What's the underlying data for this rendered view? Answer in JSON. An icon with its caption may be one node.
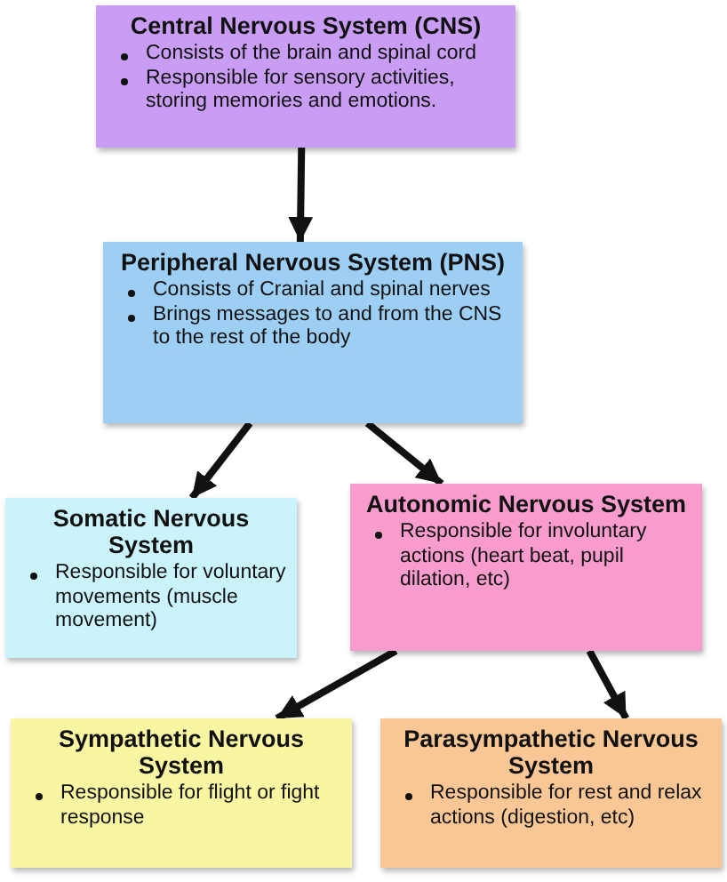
{
  "diagram": {
    "nodes": [
      {
        "text": [
          "Central Nervous System (CNS)",
          "Consists of the brain and spinal cord",
          "Responsible for sensory activities, storing memories and emotions."
        ]
      },
      {
        "text": [
          "Peripheral Nervous System (PNS)",
          "Consists of Cranial and spinal nerves",
          "Brings messages to and from the CNS to the rest of the body"
        ]
      },
      {
        "text": [
          "Somatic Nervous System",
          "Responsible for voluntary movements (muscle movement)"
        ]
      },
      {
        "text": [
          "Autonomic Nervous System",
          "Responsible for involuntary actions (heart beat, pupil dilation, etc)"
        ]
      },
      {
        "text": [
          "Sympathetic Nervous System",
          "Responsible for flight or fight response"
        ]
      },
      {
        "text": [
          "Parasympathetic Nervous System",
          "Responsible for rest and relax actions (digestion, etc)"
        ]
      }
    ],
    "edges": [
      {
        "from": 0,
        "to": 1,
        "arrow": "to"
      },
      {
        "from": 1,
        "to": 2,
        "arrow": "to"
      },
      {
        "from": 1,
        "to": 3,
        "arrow": "to"
      },
      {
        "from": 3,
        "to": 4,
        "arrow": "to"
      },
      {
        "from": 3,
        "to": 5,
        "arrow": "to"
      }
    ]
  }
}
